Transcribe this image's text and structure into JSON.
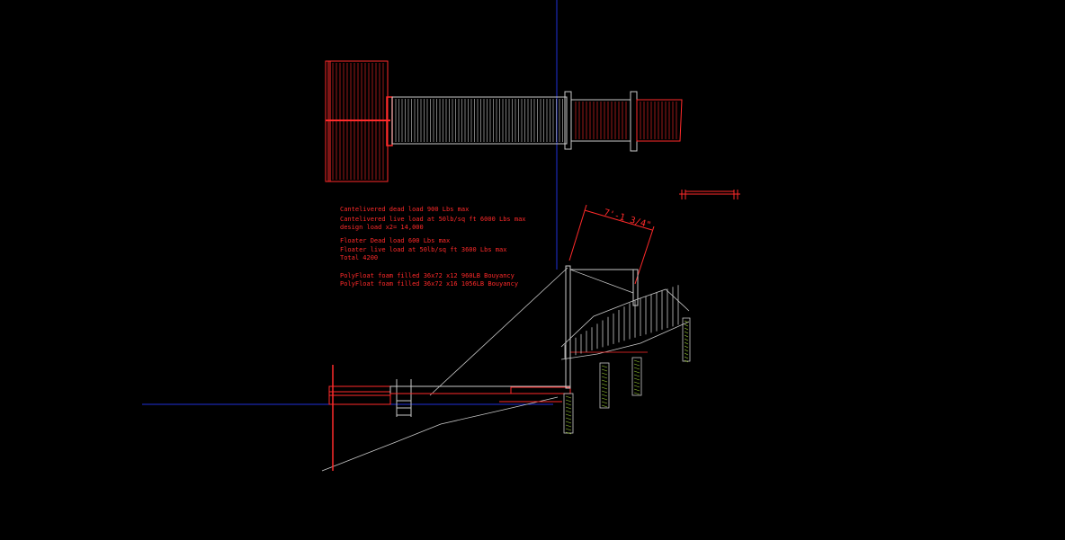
{
  "colors": {
    "background": "#000000",
    "annotation": "#ff2a2a",
    "geometry": "#c8c8c8",
    "axis_line": "#1f2fd8",
    "hatch": "#9acd32"
  },
  "notes": {
    "line1": "Cantelivered dead load 900 Lbs max",
    "line2": "Cantelivered live load at 50lb/sq ft 6000 Lbs max",
    "line3": "design load x2= 14,000",
    "line4": "Floater Dead load 600 Lbs max",
    "line5": "Floater live load at 50lb/sq ft 3600 Lbs max",
    "line6": "Total 4200",
    "line7": "PolyFloat foam filled 36x72 x12 960LB Bouyancy",
    "line8": "PolyFloat foam filled 36x72 x16 1056LB Bouyancy"
  },
  "dimension": {
    "label": "7'-1 3/4\""
  }
}
